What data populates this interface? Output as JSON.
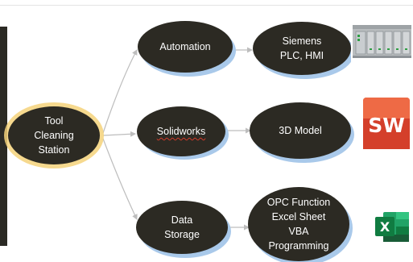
{
  "colors": {
    "node_fill": "#2c2a23",
    "node_text": "#ffffff",
    "root_glow": "#f5d27a",
    "shadow": "#a9c9ea",
    "connector": "#bdbdbd",
    "solidworks_red": "#d8412b",
    "excel_green": "#1e7145"
  },
  "nodes": {
    "root": {
      "label": "Tool\nCleaning\nStation"
    },
    "automation": {
      "label": "Automation"
    },
    "solidworks": {
      "label": "Solidworks"
    },
    "data_storage": {
      "label": "Data\nStorage"
    },
    "siemens": {
      "label": "Siemens\nPLC, HMI"
    },
    "model_3d": {
      "label": "3D Model"
    },
    "opc": {
      "label": "OPC Function\nExcel Sheet\nVBA\nProgramming"
    }
  },
  "icons": {
    "siemens": {
      "name": "siemens-plc-icon"
    },
    "solidworks": {
      "name": "solidworks-logo-icon",
      "text": "SW"
    },
    "excel": {
      "name": "excel-logo-icon",
      "text": "X"
    }
  }
}
